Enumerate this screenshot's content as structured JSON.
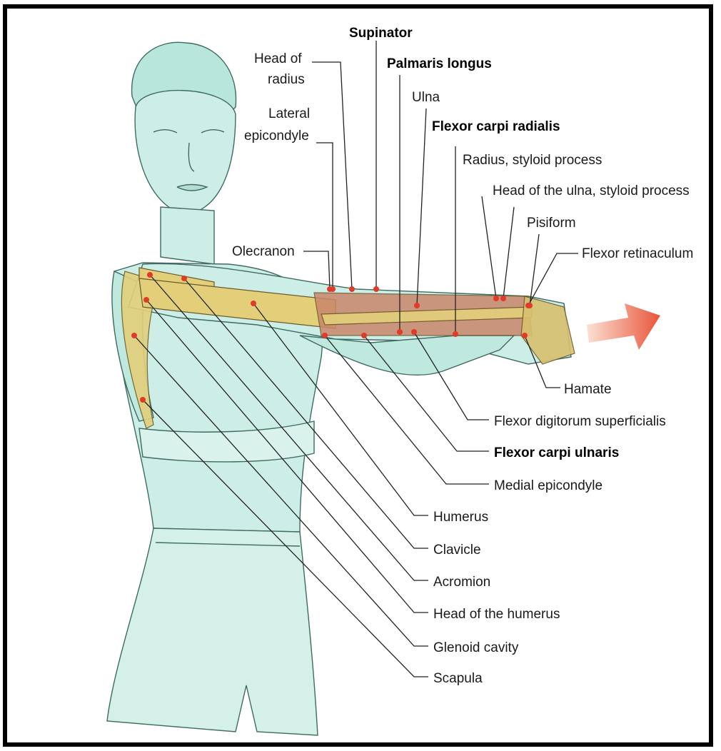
{
  "diagram": {
    "labels": {
      "supinator": "Supinator",
      "head_of_radius_1": "Head of",
      "head_of_radius_2": "radius",
      "palmaris_longus": "Palmaris longus",
      "ulna": "Ulna",
      "lateral_epicondyle_1": "Lateral",
      "lateral_epicondyle_2": "epicondyle",
      "flexor_carpi_radialis": "Flexor carpi radialis",
      "radius_styloid": "Radius, styloid process",
      "head_ulna_styloid": "Head of the ulna, styloid process",
      "pisiform": "Pisiform",
      "olecranon": "Olecranon",
      "flexor_retinaculum": "Flexor retinaculum",
      "hamate": "Hamate",
      "flexor_digitorum_superficialis": "Flexor digitorum superficialis",
      "flexor_carpi_ulnaris": "Flexor carpi ulnaris",
      "medial_epicondyle": "Medial epicondyle",
      "humerus": "Humerus",
      "clavicle": "Clavicle",
      "acromion": "Acromion",
      "head_of_humerus": "Head of the humerus",
      "glenoid_cavity": "Glenoid cavity",
      "scapula": "Scapula"
    },
    "colors": {
      "skin": "#cdeee6",
      "skin_shadow": "#8fd3c4",
      "bone": "#e3cf7a",
      "muscle": "#c9866a",
      "arrow": "#e8553a",
      "marker": "#e03a2a",
      "leader": "#222222"
    }
  }
}
